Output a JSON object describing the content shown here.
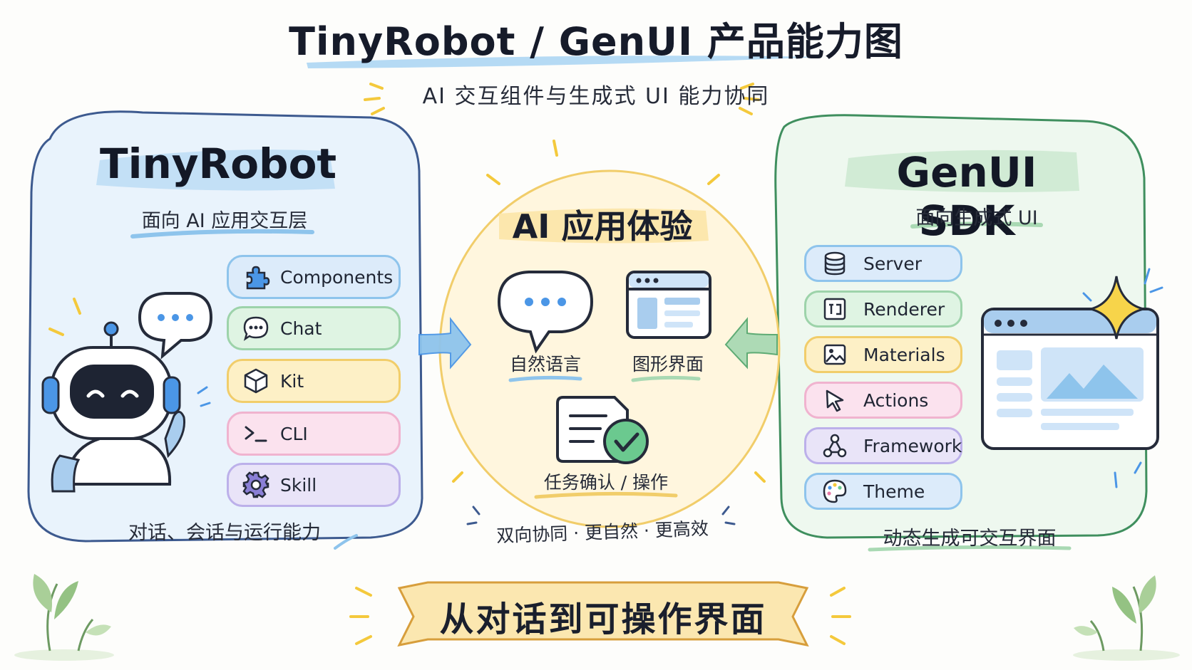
{
  "title": "TinyRobot / GenUI 产品能力图",
  "subtitle": "AI 交互组件与生成式 UI 能力协同",
  "left_panel": {
    "title": "TinyRobot",
    "subtitle": "面向 AI 应用交互层",
    "items": [
      {
        "label": "Components",
        "icon": "puzzle-icon"
      },
      {
        "label": "Chat",
        "icon": "chat-bubble-icon"
      },
      {
        "label": "Kit",
        "icon": "cube-icon"
      },
      {
        "label": "CLI",
        "icon": "terminal-icon"
      },
      {
        "label": "Skill",
        "icon": "gear-icon"
      }
    ],
    "footer": "对话、会话与运行能力"
  },
  "center": {
    "title": "AI 应用体验",
    "items": [
      {
        "label": "自然语言",
        "icon": "speech-bubble-icon"
      },
      {
        "label": "图形界面",
        "icon": "window-icon"
      },
      {
        "label": "任务确认 / 操作",
        "icon": "task-check-icon"
      }
    ],
    "footer": "双向协同 · 更自然 · 更高效"
  },
  "right_panel": {
    "title": "GenUI SDK",
    "subtitle": "面向生成式 UI",
    "items": [
      {
        "label": "Server",
        "icon": "database-icon"
      },
      {
        "label": "Renderer",
        "icon": "renderer-icon"
      },
      {
        "label": "Materials",
        "icon": "image-icon"
      },
      {
        "label": "Actions",
        "icon": "cursor-icon"
      },
      {
        "label": "Framework",
        "icon": "network-icon"
      },
      {
        "label": "Theme",
        "icon": "palette-icon"
      }
    ],
    "footer": "动态生成可交互界面"
  },
  "banner": "从对话到可操作界面",
  "colors": {
    "left_panel_border": "#3d5a8f",
    "left_panel_fill": "#e9f3fc",
    "center_fill": "#fff6de",
    "center_border": "#f1cd6a",
    "right_panel_border": "#3f8f5e",
    "right_panel_fill": "#eef8ef",
    "accent_blue": "#4b96e6",
    "accent_yellow": "#f4c93c",
    "banner_fill": "#fbe7b0"
  }
}
